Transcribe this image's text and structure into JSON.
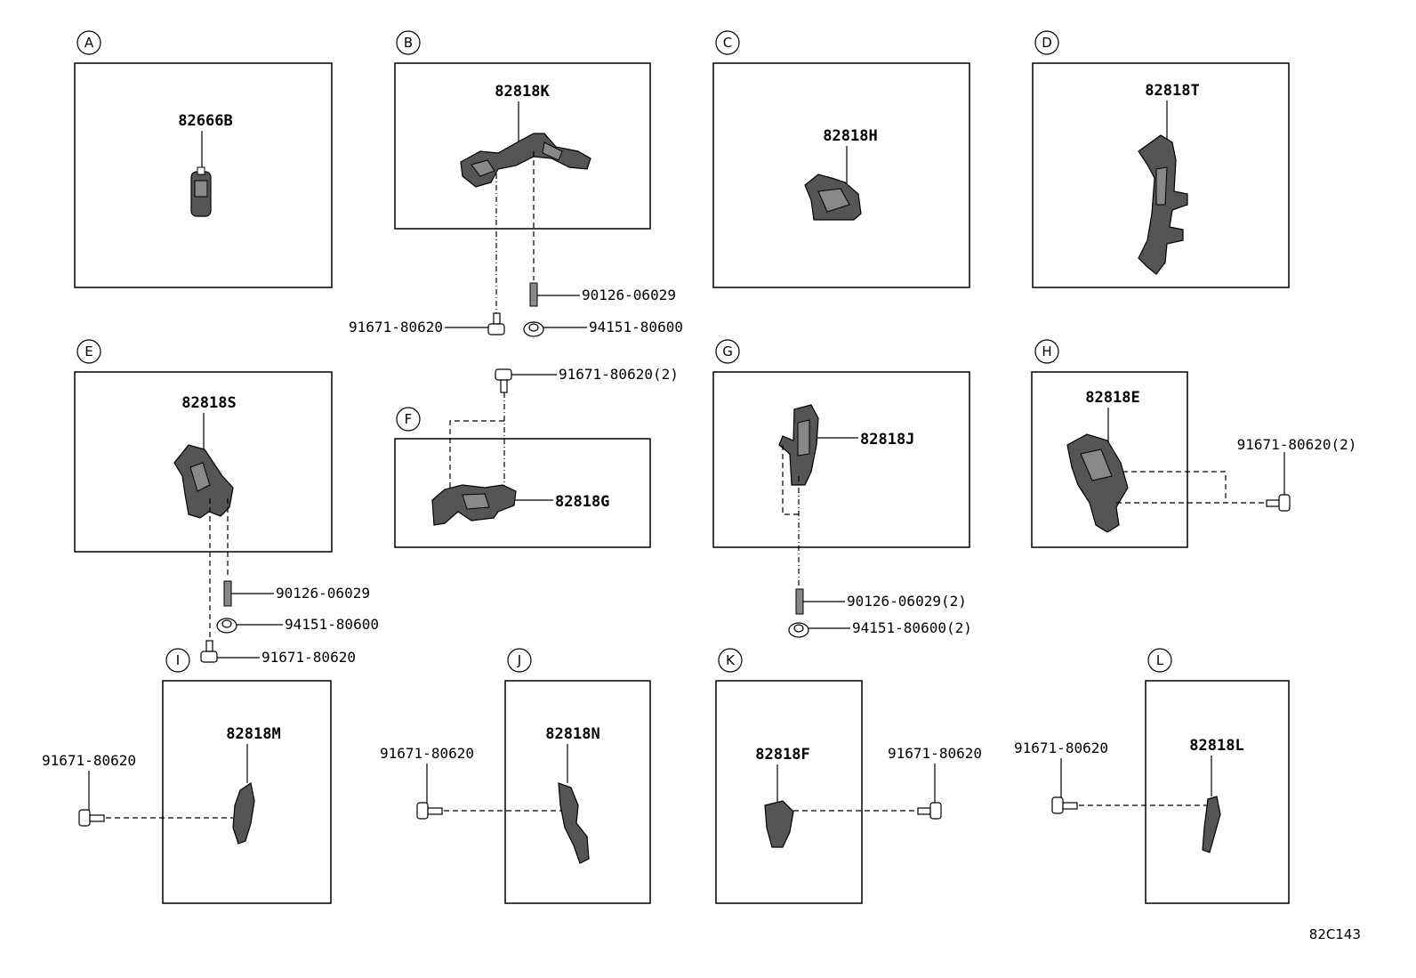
{
  "sections": [
    {
      "letter": "A",
      "part": "82666B"
    },
    {
      "letter": "B",
      "part": "82818K"
    },
    {
      "letter": "C",
      "part": "82818H"
    },
    {
      "letter": "D",
      "part": "82818T"
    },
    {
      "letter": "E",
      "part": "82818S"
    },
    {
      "letter": "F",
      "part": "82818G"
    },
    {
      "letter": "G",
      "part": "82818J"
    },
    {
      "letter": "H",
      "part": "82818E"
    },
    {
      "letter": "I",
      "part": "82818M"
    },
    {
      "letter": "J",
      "part": "82818N"
    },
    {
      "letter": "K",
      "part": "82818F"
    },
    {
      "letter": "L",
      "part": "82818L"
    }
  ],
  "fasteners": {
    "b_stud": "90126-06029",
    "b_bolt": "91671-80620",
    "b_nut": "94151-80600",
    "f_bolt": "91671-80620(2)",
    "e_stud": "90126-06029",
    "e_nut": "94151-80600",
    "e_bolt": "91671-80620",
    "g_stud": "90126-06029(2)",
    "g_nut": "94151-80600(2)",
    "h_bolt": "91671-80620(2)",
    "i_bolt": "91671-80620",
    "j_bolt": "91671-80620",
    "k_bolt": "91671-80620",
    "l_bolt": "91671-80620"
  },
  "diagram_code": "82C143"
}
